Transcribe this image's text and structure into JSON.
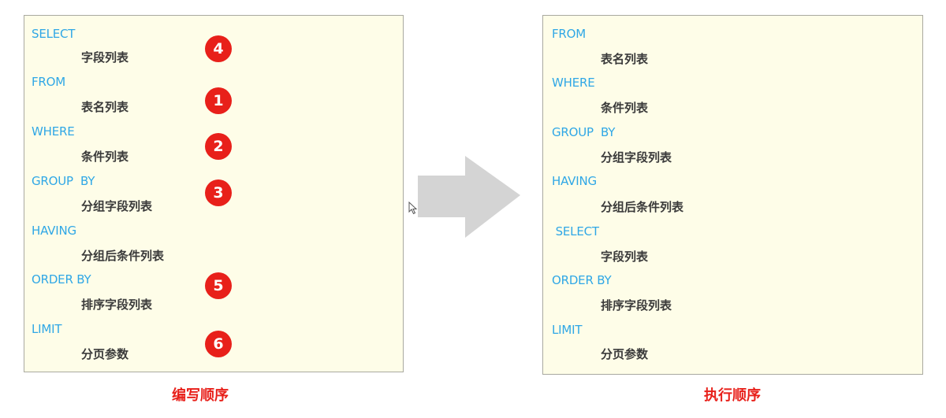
{
  "write_order": {
    "caption": "编写顺序",
    "lines": [
      {
        "text": "SELECT",
        "kind": "keyword"
      },
      {
        "text": "字段列表",
        "kind": "item"
      },
      {
        "text": "FROM",
        "kind": "keyword"
      },
      {
        "text": "表名列表",
        "kind": "item"
      },
      {
        "text": "WHERE",
        "kind": "keyword"
      },
      {
        "text": "条件列表",
        "kind": "item"
      },
      {
        "text": "GROUP  BY",
        "kind": "keyword"
      },
      {
        "text": "分组字段列表",
        "kind": "item"
      },
      {
        "text": "HAVING",
        "kind": "keyword"
      },
      {
        "text": "分组后条件列表",
        "kind": "item"
      },
      {
        "text": "ORDER BY",
        "kind": "keyword"
      },
      {
        "text": "排序字段列表",
        "kind": "item"
      },
      {
        "text": "LIMIT",
        "kind": "keyword"
      },
      {
        "text": "分页参数",
        "kind": "item"
      }
    ],
    "badges": [
      "4",
      "1",
      "2",
      "3",
      "5",
      "6"
    ]
  },
  "exec_order": {
    "caption": "执行顺序",
    "lines": [
      {
        "text": "FROM",
        "kind": "keyword"
      },
      {
        "text": "表名列表",
        "kind": "item"
      },
      {
        "text": "WHERE",
        "kind": "keyword"
      },
      {
        "text": "条件列表",
        "kind": "item"
      },
      {
        "text": "GROUP  BY",
        "kind": "keyword"
      },
      {
        "text": "分组字段列表",
        "kind": "item"
      },
      {
        "text": "HAVING",
        "kind": "keyword"
      },
      {
        "text": "分组后条件列表",
        "kind": "item"
      },
      {
        "text": " SELECT",
        "kind": "keyword"
      },
      {
        "text": "字段列表",
        "kind": "item"
      },
      {
        "text": "ORDER BY",
        "kind": "keyword"
      },
      {
        "text": "排序字段列表",
        "kind": "item"
      },
      {
        "text": "LIMIT",
        "kind": "keyword"
      },
      {
        "text": "分页参数",
        "kind": "item"
      }
    ]
  },
  "colors": {
    "keyword": "#2fa7e6",
    "item": "#3a3a3a",
    "badge": "#e8201a",
    "caption": "#e8201a",
    "panel_bg": "#fefde8",
    "arrow": "#d4d4d4"
  },
  "icons": {
    "arrow": "right-arrow-icon",
    "cursor": "mouse-pointer-icon"
  }
}
